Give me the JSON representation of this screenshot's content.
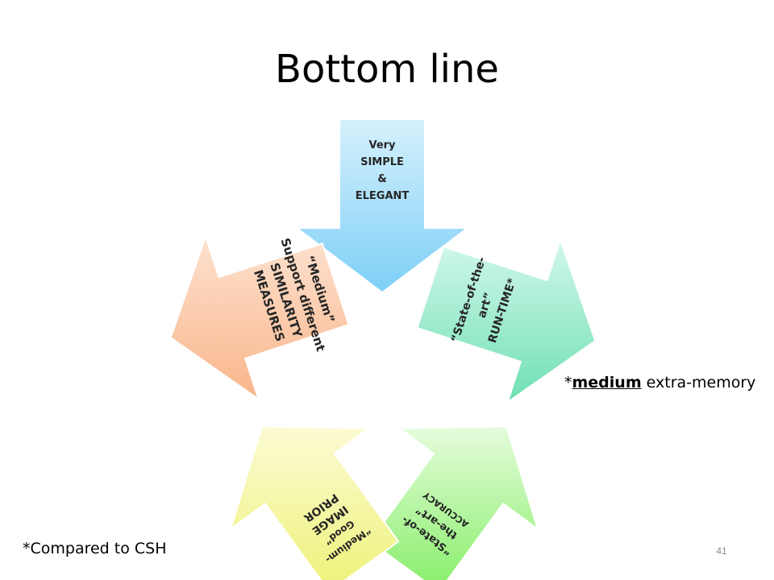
{
  "title": "Bottom line",
  "arrows": [
    {
      "lines": [
        "Very",
        "SIMPLE",
        "&",
        "ELEGANT"
      ],
      "color_top": "#d6f1fd",
      "color_bottom": "#7ecff7"
    },
    {
      "lines": [
        "“State-of-the-",
        "art”",
        "RUN-TIME*"
      ],
      "color_top": "#d2f7ec",
      "color_bottom": "#6fe0b2"
    },
    {
      "lines": [
        "“State-of-",
        "the-art”",
        "ACCURACY"
      ],
      "color_top": "#e6fcdc",
      "color_bottom": "#86ee68"
    },
    {
      "lines": [
        "“Medium-",
        "Good”",
        "IMAGE",
        "PRIOR"
      ],
      "color_top": "#fbfbd4",
      "color_bottom": "#eef278"
    },
    {
      "lines": [
        "“Medium”",
        "Support different",
        "SIMILARITY",
        "MEASURES"
      ],
      "color_top": "#fde2d0",
      "color_bottom": "#f9b58a"
    }
  ],
  "memory_note": {
    "prefix": "*",
    "emphasis": "medium",
    "suffix": " extra-memory"
  },
  "csh_note": "*Compared to CSH",
  "slide_number": "41"
}
